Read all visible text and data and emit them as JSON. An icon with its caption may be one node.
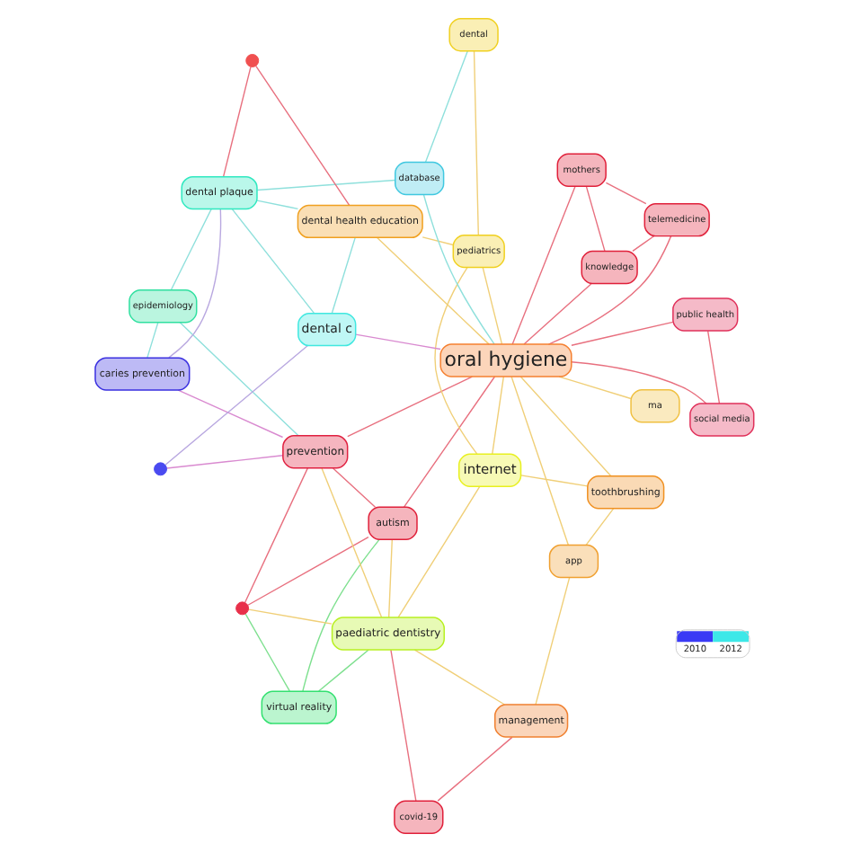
{
  "diagram": {
    "nodes": [
      {
        "text": [
          "virtual reality"
        ]
      },
      {
        "text": [],
        "shape": "circle"
      },
      {
        "text": [
          "prevention"
        ]
      },
      {
        "text": [
          "epidemiology"
        ]
      },
      {
        "text": [],
        "shape": "circle"
      },
      {
        "text": [
          "caries prevention"
        ]
      },
      {
        "text": [
          "paediatric dentistry"
        ]
      },
      {
        "text": [
          "autism"
        ]
      },
      {
        "text": [
          "covid-19"
        ]
      },
      {
        "text": [
          "management"
        ]
      },
      {
        "text": [
          "app"
        ]
      },
      {
        "text": [
          "ma"
        ]
      },
      {
        "text": [
          "toothbrushing"
        ]
      },
      {
        "text": [
          "internet"
        ]
      },
      {
        "text": [
          "dental plaque"
        ]
      },
      {
        "text": [
          "oral hygiene"
        ]
      },
      {
        "text": [],
        "shape": "circle"
      },
      {
        "text": [
          "dental health education"
        ]
      },
      {
        "text": [
          "pediatrics"
        ]
      },
      {
        "text": [
          "dental"
        ]
      },
      {
        "text": [
          "dental c"
        ]
      },
      {
        "text": [
          "database"
        ]
      },
      {
        "text": [
          "knowledge"
        ]
      },
      {
        "text": [
          "telemedicine"
        ]
      },
      {
        "text": [
          "mothers"
        ]
      },
      {
        "text": [
          "social media"
        ]
      },
      {
        "text": [
          "public health"
        ]
      }
    ],
    "edges": [
      {
        "from": 0,
        "to": 1,
        "arrow": "none",
        "color": "#7ee08f"
      },
      {
        "from": 1,
        "to": 2,
        "arrow": "none"
      },
      {
        "from": 6,
        "to": 0,
        "arrow": "none",
        "color": "#7ee08f"
      },
      {
        "from": 0,
        "to": 7,
        "arrow": "none",
        "color": "#7ee08f"
      },
      {
        "from": 1,
        "to": 7,
        "arrow": "none"
      },
      {
        "from": 6,
        "to": 1,
        "arrow": "none",
        "color": "#f0cf78"
      },
      {
        "from": 6,
        "to": 2,
        "arrow": "none",
        "color": "#f0cf78"
      },
      {
        "from": 7,
        "to": 2,
        "arrow": "none"
      },
      {
        "from": 7,
        "to": 15,
        "arrow": "none"
      },
      {
        "from": 6,
        "to": 7,
        "arrow": "none",
        "color": "#f0cf78"
      },
      {
        "from": 6,
        "to": 8,
        "arrow": "none"
      },
      {
        "from": 6,
        "to": 13,
        "arrow": "none",
        "color": "#f0cf78"
      },
      {
        "from": 6,
        "to": 9,
        "arrow": "none",
        "color": "#f0cf78"
      },
      {
        "from": 8,
        "to": 9,
        "arrow": "none"
      },
      {
        "from": 9,
        "to": 10,
        "arrow": "none",
        "color": "#f0cf78"
      },
      {
        "from": 10,
        "to": 15,
        "arrow": "none",
        "color": "#f0cf78"
      },
      {
        "from": 10,
        "to": 12,
        "arrow": "none",
        "color": "#f0cf78"
      },
      {
        "from": 12,
        "to": 15,
        "arrow": "none",
        "color": "#f0cf78"
      },
      {
        "from": 12,
        "to": 13,
        "arrow": "none",
        "color": "#f0cf78"
      },
      {
        "from": 13,
        "to": 15,
        "arrow": "none",
        "color": "#f0cf78"
      },
      {
        "from": 13,
        "to": 18,
        "arrow": "none",
        "color": "#f0cf78"
      },
      {
        "from": 2,
        "to": 3,
        "arrow": "none",
        "color": "#8fe0dc"
      },
      {
        "from": 2,
        "to": 4,
        "arrow": "none",
        "color": "#d98ad0"
      },
      {
        "from": 2,
        "to": 5,
        "arrow": "none",
        "color": "#d98ad0"
      },
      {
        "from": 2,
        "to": 15,
        "arrow": "none"
      },
      {
        "from": 3,
        "to": 5,
        "arrow": "none",
        "color": "#8fe0dc"
      },
      {
        "from": 3,
        "to": 14,
        "arrow": "none",
        "color": "#8fe0dc"
      },
      {
        "from": 5,
        "to": 14,
        "arrow": "none",
        "color": "#b9a8e0"
      },
      {
        "from": 4,
        "to": 20,
        "arrow": "none",
        "color": "#b9a8e0"
      },
      {
        "from": 14,
        "to": 20,
        "arrow": "none",
        "color": "#8fe0dc"
      },
      {
        "from": 14,
        "to": 17,
        "arrow": "none",
        "color": "#8fe0dc"
      },
      {
        "from": 14,
        "to": 16,
        "arrow": "none"
      },
      {
        "from": 14,
        "to": 21,
        "arrow": "none",
        "color": "#8fe0dc"
      },
      {
        "from": 16,
        "to": 17,
        "arrow": "none"
      },
      {
        "from": 17,
        "to": 15,
        "arrow": "none",
        "color": "#f0cf78"
      },
      {
        "from": 17,
        "to": 18,
        "arrow": "none",
        "color": "#f0cf78"
      },
      {
        "from": 17,
        "to": 20,
        "arrow": "none",
        "color": "#8fe0dc"
      },
      {
        "from": 19,
        "to": 21,
        "arrow": "none",
        "color": "#8fe0dc"
      },
      {
        "from": 19,
        "to": 18,
        "arrow": "none",
        "color": "#f0cf78"
      },
      {
        "from": 20,
        "to": 15,
        "arrow": "none",
        "color": "#d98ad0"
      },
      {
        "from": 21,
        "to": 15,
        "arrow": "none",
        "color": "#8fe0dc"
      },
      {
        "from": 15,
        "to": 22,
        "arrow": "none"
      },
      {
        "from": 15,
        "to": 23,
        "arrow": "none"
      },
      {
        "from": 15,
        "to": 24,
        "arrow": "none"
      },
      {
        "from": 15,
        "to": 25,
        "arrow": "none"
      },
      {
        "from": 15,
        "to": 26,
        "arrow": "none"
      },
      {
        "from": 15,
        "to": 18,
        "arrow": "none",
        "color": "#f0cf78"
      },
      {
        "from": 22,
        "to": 24,
        "arrow": "none"
      },
      {
        "from": 22,
        "to": 23,
        "arrow": "none"
      },
      {
        "from": 25,
        "to": 26,
        "arrow": "none"
      },
      {
        "from": 23,
        "to": 24,
        "arrow": "none"
      },
      {
        "from": 11,
        "to": 15,
        "arrow": "none",
        "color": "#f0cf78"
      }
    ],
    "legend": [
      {
        "text": "2010",
        "color": "#3a3af5"
      },
      {
        "text": "2012",
        "color": "#3de8e8"
      }
    ]
  }
}
